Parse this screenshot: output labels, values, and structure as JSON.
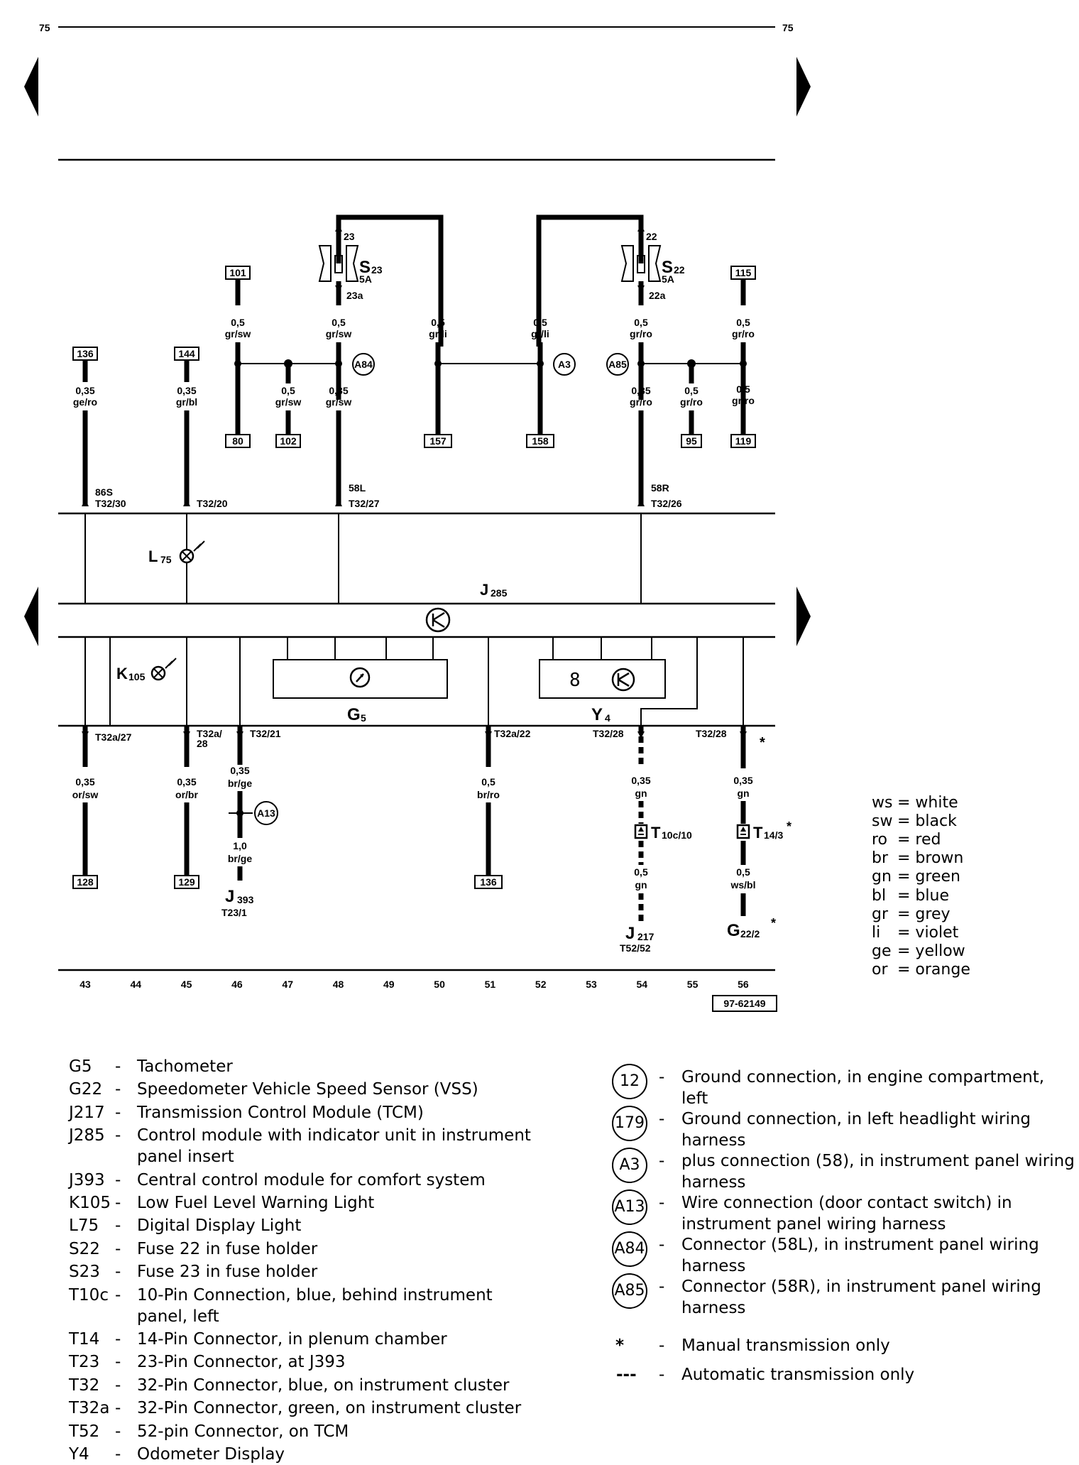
{
  "page": {
    "number_left": "75",
    "number_right": "75",
    "figure_id": "97-62149"
  },
  "diagram": {
    "fuses": [
      {
        "id": "S23",
        "name": "S",
        "sub": "23",
        "rating": "5A",
        "term_in": "23",
        "term_out": "23a"
      },
      {
        "id": "S22",
        "name": "S",
        "sub": "22",
        "rating": "5A",
        "term_in": "22",
        "term_out": "22a"
      }
    ],
    "boxes_top": [
      "101",
      "115",
      "136",
      "144"
    ],
    "boxes_mid": [
      "80",
      "102",
      "157",
      "158",
      "95",
      "119"
    ],
    "boxes_bottom": [
      "128",
      "129",
      "136"
    ],
    "wires": {
      "w101": "0,5\ngr/sw",
      "s23": "0,5\ngr/sw",
      "gli1": "0,5\ngr/li",
      "gli2": "0,5\ngr/li",
      "s22": "0,5\ngr/ro",
      "w115": "0,5\ngr/ro",
      "w136": "0,35\nge/ro",
      "w144": "0,35\ngr/bl",
      "w102": "0,5\ngr/sw",
      "a84": "0,35\ngr/sw",
      "a85": "0,35\ngr/ro",
      "w95": "0,5\ngr/ro",
      "w119": "0,5\ngr/ro",
      "b128": "0,35\nor/sw",
      "b129": "0,35\nor/br",
      "a13a": "0,35\nbr/ge",
      "a13b": "1,0\nbr/ge",
      "b136": "0,5\nbr/ro",
      "t10a": "0,35\ngn",
      "t10b": "0,5\ngn",
      "t14a": "0,35\ngn",
      "t14b": "0,5\nws/bl"
    },
    "connections": [
      "A84",
      "A3",
      "A85",
      "A13"
    ],
    "pins_top": [
      {
        "sig": "86S",
        "pin": "T32/30"
      },
      {
        "sig": "",
        "pin": "T32/20"
      },
      {
        "sig": "58L",
        "pin": "T32/27"
      },
      {
        "sig": "58R",
        "pin": "T32/26"
      }
    ],
    "pins_bottom": [
      "T32a/27",
      "T32a/\n28",
      "T32/21",
      "T32a/22",
      "T32/28",
      "T32/28"
    ],
    "components": {
      "J285": {
        "name": "J",
        "sub": "285"
      },
      "L75": {
        "name": "L",
        "sub": "75"
      },
      "K105": {
        "name": "K",
        "sub": "105"
      },
      "G5": {
        "name": "G",
        "sub": "5"
      },
      "Y4": {
        "name": "Y",
        "sub": "4"
      },
      "T10c": {
        "name": "T",
        "sub": "10c/10"
      },
      "T14": {
        "name": "T",
        "sub": "14/3"
      },
      "J393": {
        "name": "J",
        "sub": "393",
        "pin": "T23/1"
      },
      "J217": {
        "name": "J",
        "sub": "217",
        "pin": "T52/52"
      },
      "G22": {
        "name": "G",
        "sub": "22/2"
      }
    },
    "display_digit": "8",
    "star": "*",
    "tracks": [
      "43",
      "44",
      "45",
      "46",
      "47",
      "48",
      "49",
      "50",
      "51",
      "52",
      "53",
      "54",
      "55",
      "56"
    ]
  },
  "wire_colors": [
    {
      "abbr": "ws",
      "name": "white"
    },
    {
      "abbr": "sw",
      "name": "black"
    },
    {
      "abbr": "ro",
      "name": "red"
    },
    {
      "abbr": "br",
      "name": "brown"
    },
    {
      "abbr": "gn",
      "name": "green"
    },
    {
      "abbr": "bl",
      "name": "blue"
    },
    {
      "abbr": "gr",
      "name": "grey"
    },
    {
      "abbr": "li",
      "name": "violet"
    },
    {
      "abbr": "ge",
      "name": "yellow"
    },
    {
      "abbr": "or",
      "name": "orange"
    }
  ],
  "legend": [
    {
      "code": "G5",
      "desc": [
        "Tachometer"
      ]
    },
    {
      "code": "G22",
      "desc": [
        "Speedometer Vehicle Speed Sensor (VSS)"
      ]
    },
    {
      "code": "J217",
      "desc": [
        "Transmission Control Module (TCM)"
      ]
    },
    {
      "code": "J285",
      "desc": [
        "Control module with indicator unit in instrument",
        "panel insert"
      ]
    },
    {
      "code": "J393",
      "desc": [
        "Central control module for comfort system"
      ]
    },
    {
      "code": "K105",
      "desc": [
        "Low Fuel Level Warning Light"
      ]
    },
    {
      "code": "L75",
      "desc": [
        "Digital Display Light"
      ]
    },
    {
      "code": "S22",
      "desc": [
        "Fuse 22 in fuse holder"
      ]
    },
    {
      "code": "S23",
      "desc": [
        "Fuse 23 in fuse holder"
      ]
    },
    {
      "code": "T10c",
      "desc": [
        "10-Pin Connection, blue, behind instrument",
        "panel, left"
      ]
    },
    {
      "code": "T14",
      "desc": [
        "14-Pin Connector, in plenum chamber"
      ]
    },
    {
      "code": "T23",
      "desc": [
        "23-Pin Connector, at J393"
      ]
    },
    {
      "code": "T32",
      "desc": [
        "32-Pin Connector, blue, on instrument cluster"
      ]
    },
    {
      "code": "T32a",
      "desc": [
        "32-Pin Connector, green, on instrument cluster"
      ]
    },
    {
      "code": "T52",
      "desc": [
        "52-pin Connector, on TCM"
      ]
    },
    {
      "code": "Y4",
      "desc": [
        "Odometer Display"
      ]
    }
  ],
  "ground_legend": [
    {
      "code": "12",
      "desc": [
        "Ground connection, in engine compartment,",
        "left"
      ]
    },
    {
      "code": "179",
      "desc": [
        "Ground connection, in left headlight wiring",
        "harness"
      ]
    },
    {
      "code": "A3",
      "desc": [
        "plus connection (58), in instrument panel wiring",
        "harness"
      ]
    },
    {
      "code": "A13",
      "desc": [
        "Wire connection (door contact switch) in",
        "instrument panel wiring harness"
      ]
    },
    {
      "code": "A84",
      "desc": [
        "Connector (58L), in instrument panel wiring",
        "harness"
      ]
    },
    {
      "code": "A85",
      "desc": [
        "Connector (58R), in instrument panel wiring",
        "harness"
      ]
    }
  ],
  "notes": [
    {
      "symbol": "*",
      "desc": "Manual transmission only"
    },
    {
      "symbol": "---",
      "desc": "Automatic transmission only"
    }
  ]
}
